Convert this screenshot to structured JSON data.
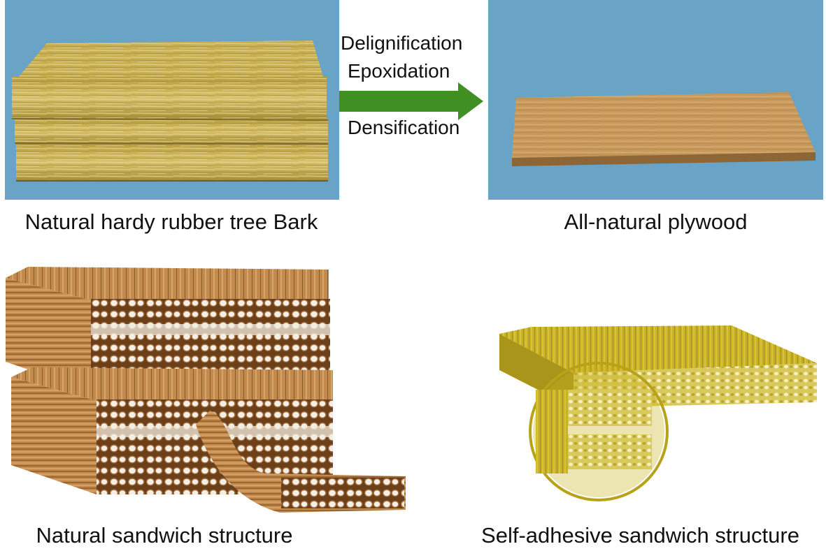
{
  "process_steps": {
    "step1": "Delignification",
    "step2": "Epoxidation",
    "step3": "Densification"
  },
  "captions": {
    "bark": "Natural hardy rubber tree Bark",
    "plywood": "All-natural plywood",
    "natural_structure": "Natural sandwich structure",
    "self_adhesive_structure": "Self-adhesive sandwich structure"
  },
  "colors": {
    "photo_background": "#69a3c6",
    "arrow": "#3f8f22",
    "bark": "#c9a84a",
    "plywood": "#c79a5c",
    "fiber": "#c28a4c",
    "self_adhesive": "#c9b320"
  }
}
